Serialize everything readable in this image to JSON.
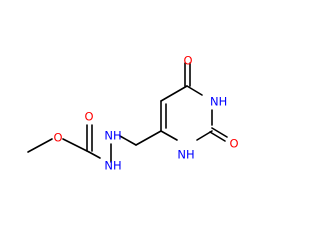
{
  "colors": {
    "bond": "#000000",
    "carbon": "#000000",
    "oxygen": "#ff0000",
    "nitrogen": "#0000ff"
  },
  "atoms": [
    {
      "id": "o_top",
      "label": "O",
      "element": "O"
    },
    {
      "id": "n3",
      "label": "NH",
      "element": "N"
    },
    {
      "id": "o_right",
      "label": "O",
      "element": "O"
    },
    {
      "id": "n1",
      "label": "NH",
      "element": "N"
    },
    {
      "id": "o_carbonyl",
      "label": "O",
      "element": "O"
    },
    {
      "id": "o_ester",
      "label": "O",
      "element": "O"
    },
    {
      "id": "n_hz1",
      "label": "NH",
      "element": "N"
    },
    {
      "id": "n_hz2",
      "label": "NH",
      "element": "N"
    }
  ]
}
